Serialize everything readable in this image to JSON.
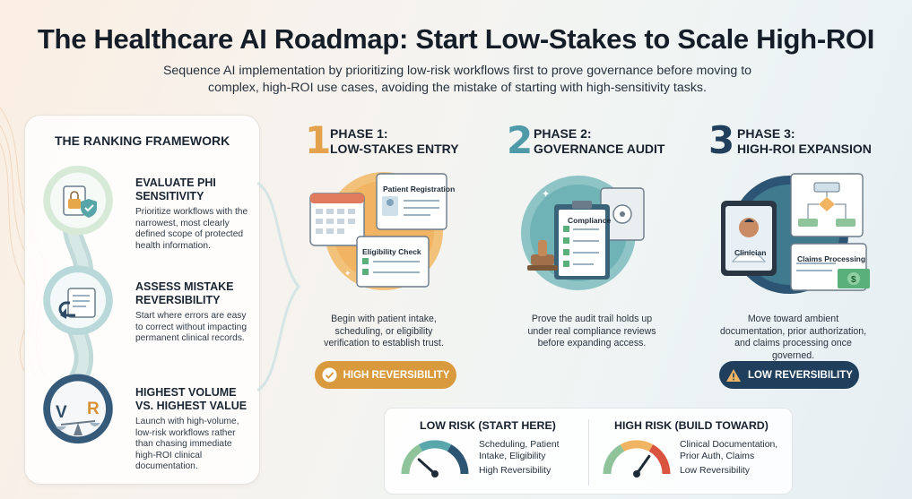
{
  "title": "The Healthcare AI Roadmap: Start Low-Stakes to Scale High-ROI",
  "subtitle": "Sequence AI implementation by prioritizing low-risk workflows first to prove governance before moving to complex, high-ROI use cases, avoiding the mistake of starting with high-sensitivity tasks.",
  "framework": {
    "title": "THE RANKING FRAMEWORK",
    "items": [
      {
        "heading": "EVALUATE PHI SENSITIVITY",
        "body": "Prioritize workflows with the narrowest, most clearly defined scope of protected health information."
      },
      {
        "heading": "ASSESS MISTAKE REVERSIBILITY",
        "body": "Start where errors are easy to correct without impacting permanent clinical records."
      },
      {
        "heading": "HIGHEST VOLUME VS. HIGHEST VALUE",
        "body": "Launch with high-volume, low-risk workflows rather than chasing immediate high-ROI clinical documentation.",
        "icon_letters": {
          "v": "V",
          "r": "R"
        }
      }
    ]
  },
  "phases": [
    {
      "number": "1",
      "title_line1": "PHASE 1:",
      "title_line2": "LOW-STAKES ENTRY",
      "card1": "Patient Registration",
      "card2": "Eligibility Check",
      "description": "Begin with patient intake, scheduling, or eligibility verification to establish trust.",
      "badge": "HIGH REVERSIBILITY",
      "color": "#d99a3e"
    },
    {
      "number": "2",
      "title_line1": "PHASE 2:",
      "title_line2": "GOVERNANCE AUDIT",
      "card1": "Compliance",
      "description": "Prove the audit trail holds up under real compliance reviews before expanding access.",
      "color": "#4f9aa8"
    },
    {
      "number": "3",
      "title_line1": "PHASE 3:",
      "title_line2": "HIGH-ROI EXPANSION",
      "card1": "Clinician",
      "card2": "Claims Processing",
      "description": "Move toward ambient documentation, prior authorization, and claims processing once governed.",
      "badge": "LOW REVERSIBILITY",
      "color": "#1f3f5c"
    }
  ],
  "risk": {
    "low": {
      "heading": "LOW RISK (START HERE)",
      "line1": "Scheduling, Patient",
      "line2": "Intake, Eligibility",
      "line3": "High Reversibility",
      "level": 0.2
    },
    "high": {
      "heading": "HIGH RISK (BUILD TOWARD)",
      "line1": "Clinical Documentation,",
      "line2": "Prior Auth, Claims",
      "line3": "Low Reversibility",
      "level": 0.72
    }
  }
}
